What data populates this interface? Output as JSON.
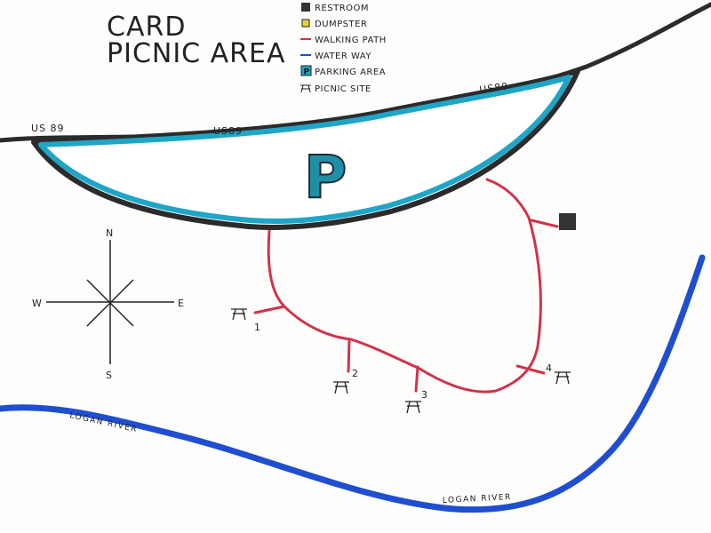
{
  "title": {
    "line1": "CARD",
    "line2": "PICNIC AREA"
  },
  "legend": {
    "items": [
      {
        "label": "RESTROOM",
        "symbol": "restroom-square",
        "color": "#333333"
      },
      {
        "label": "DUMPSTER",
        "symbol": "dumpster-square",
        "color": "#e8d23a"
      },
      {
        "label": "WALKING PATH",
        "symbol": "path-line",
        "color": "#d0334a"
      },
      {
        "label": "WATER WAY",
        "symbol": "water-line",
        "color": "#1f4fd0"
      },
      {
        "label": "PARKING AREA",
        "symbol": "parking-p",
        "color": "#1fa5c6"
      },
      {
        "label": "PICNIC SITE",
        "symbol": "picnic-table-icon",
        "color": "#333333"
      }
    ]
  },
  "roads": {
    "label": "US89",
    "left_label": "US 89",
    "mid_label": "US89",
    "right_label": "US89"
  },
  "parking": {
    "letter": "P"
  },
  "compass": {
    "n": "N",
    "s": "S",
    "e": "E",
    "w": "W"
  },
  "picnic_sites": [
    "1",
    "2",
    "3",
    "4"
  ],
  "river": {
    "label1": "LOGAN RIVER",
    "label2": "LOGAN RIVER"
  },
  "colors": {
    "road": "#2b2b2b",
    "parking_outline": "#1fa5c6",
    "path": "#d0334a",
    "river": "#1f4fd0",
    "restroom": "#333333"
  }
}
